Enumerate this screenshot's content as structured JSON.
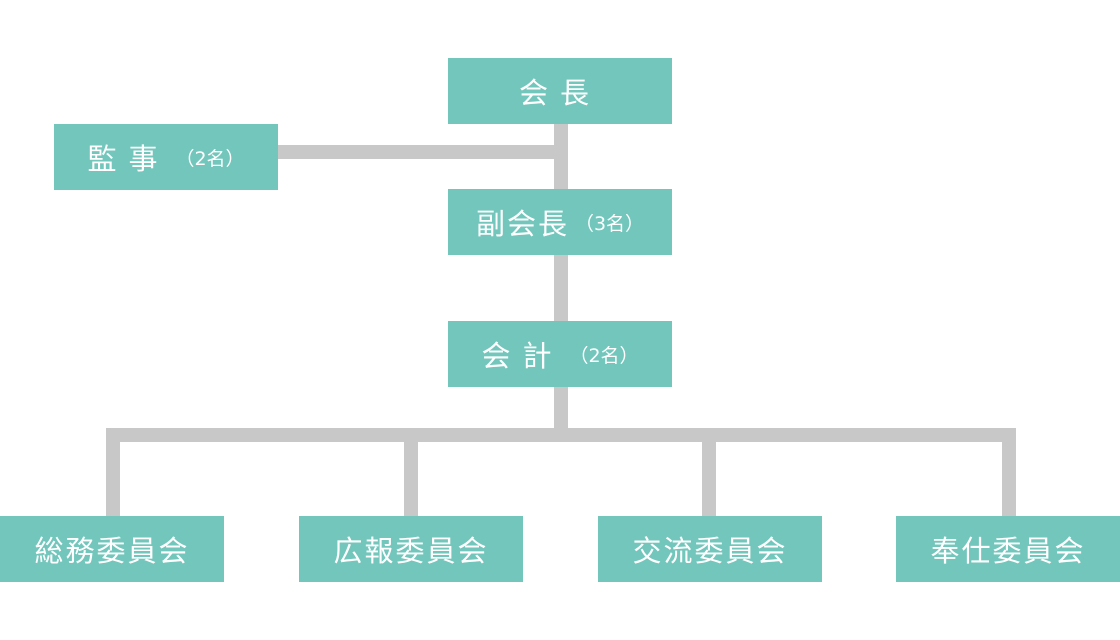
{
  "colors": {
    "box_fill": "#72c6bc",
    "box_text": "#ffffff",
    "connector": "#c8c8c8",
    "background": "#ffffff"
  },
  "org_chart": {
    "president": {
      "label": "会長"
    },
    "auditor": {
      "label": "監事",
      "note": "（2名）"
    },
    "vice_president": {
      "label": "副会長",
      "note": "（3名）"
    },
    "treasurer": {
      "label": "会計",
      "note": "（2名）"
    },
    "committees": [
      {
        "label": "総務委員会"
      },
      {
        "label": "広報委員会"
      },
      {
        "label": "交流委員会"
      },
      {
        "label": "奉仕委員会"
      }
    ]
  }
}
